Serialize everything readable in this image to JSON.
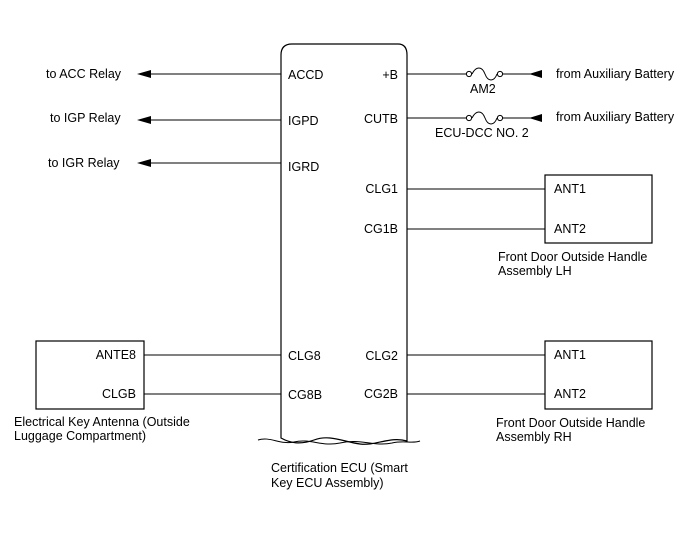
{
  "ecu": {
    "title_line1": "Certification ECU (Smart",
    "title_line2": "Key ECU Assembly)",
    "pins": {
      "accd": "ACCD",
      "igpd": "IGPD",
      "igrd": "IGRD",
      "clg8": "CLG8",
      "cg8b": "CG8B",
      "plus_b": "+B",
      "cutb": "CUTB",
      "clg1": "CLG1",
      "cg1b": "CG1B",
      "clg2": "CLG2",
      "cg2b": "CG2B"
    }
  },
  "left_outputs": {
    "acc": "to ACC Relay",
    "igp": "to IGP Relay",
    "igr": "to IGR Relay"
  },
  "fuses": {
    "am2": "AM2",
    "ecu_dcc": "ECU-DCC NO. 2"
  },
  "right_inputs": {
    "battery1": "from Auxiliary Battery",
    "battery2": "from Auxiliary Battery"
  },
  "lh_handle": {
    "pin1": "ANT1",
    "pin2": "ANT2",
    "title_line1": "Front Door Outside Handle",
    "title_line2": "Assembly LH"
  },
  "rh_handle": {
    "pin1": "ANT1",
    "pin2": "ANT2",
    "title_line1": "Front Door Outside Handle",
    "title_line2": "Assembly RH"
  },
  "luggage_antenna": {
    "pin1": "ANTE8",
    "pin2": "CLGB",
    "title_line1": "Electrical Key Antenna (Outside",
    "title_line2": "Luggage Compartment)"
  }
}
